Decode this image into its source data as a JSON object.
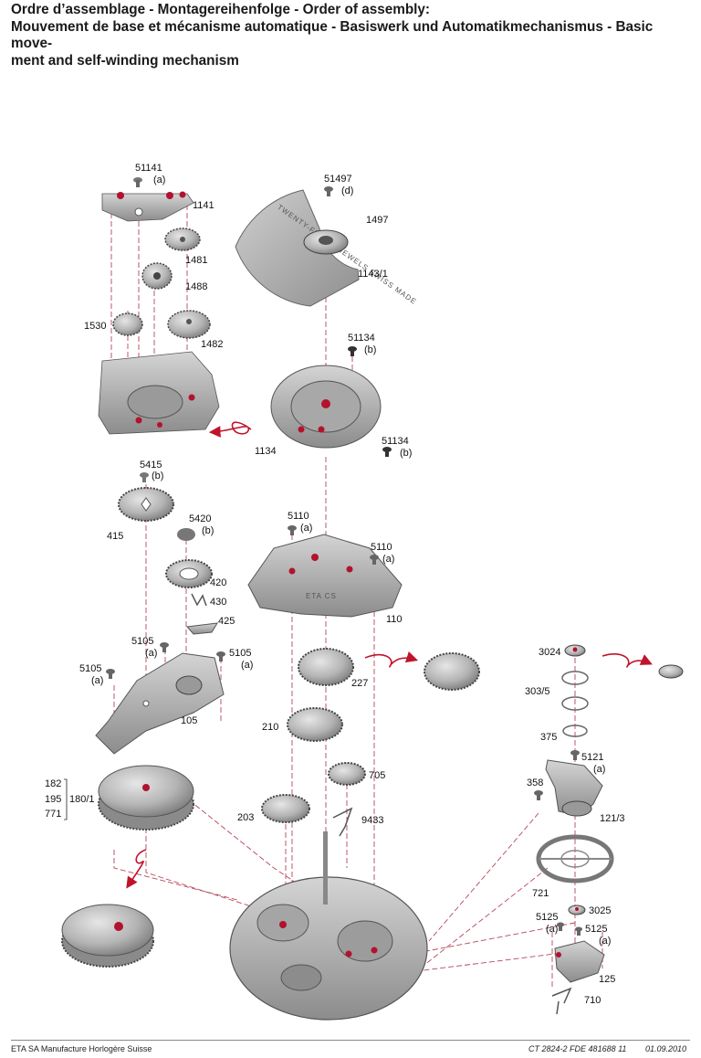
{
  "header": {
    "title_line1": "Ordre d’assemblage - Montagereihenfolge - Order of assembly:",
    "title_line2": "Mouvement de base et mécanisme automatique - Basiswerk und Automatikmechanismus - Basic move-",
    "title_line3": "ment and self-winding mechanism"
  },
  "parts": [
    {
      "id": "p51141",
      "text": "51141"
    },
    {
      "id": "p51141a",
      "text": "(a)"
    },
    {
      "id": "p1141",
      "text": "1141"
    },
    {
      "id": "p1481",
      "text": "1481"
    },
    {
      "id": "p1488",
      "text": "1488"
    },
    {
      "id": "p1530",
      "text": "1530"
    },
    {
      "id": "p1482",
      "text": "1482"
    },
    {
      "id": "p51497",
      "text": "51497"
    },
    {
      "id": "p51497d",
      "text": "(d)"
    },
    {
      "id": "p1497",
      "text": "1497"
    },
    {
      "id": "p1143",
      "text": "1143/1"
    },
    {
      "id": "p51134a",
      "text": "51134"
    },
    {
      "id": "p51134ab",
      "text": "(b)"
    },
    {
      "id": "p1134",
      "text": "1134"
    },
    {
      "id": "p51134b",
      "text": "51134"
    },
    {
      "id": "p51134bb",
      "text": "(b)"
    },
    {
      "id": "p5415",
      "text": "5415"
    },
    {
      "id": "p5415b",
      "text": "(b)"
    },
    {
      "id": "p415",
      "text": "415"
    },
    {
      "id": "p5420",
      "text": "5420"
    },
    {
      "id": "p5420b",
      "text": "(b)"
    },
    {
      "id": "p420",
      "text": "420"
    },
    {
      "id": "p430",
      "text": "430"
    },
    {
      "id": "p425",
      "text": "425"
    },
    {
      "id": "p5110a",
      "text": "5110"
    },
    {
      "id": "p5110aa",
      "text": "(a)"
    },
    {
      "id": "p5110b",
      "text": "5110"
    },
    {
      "id": "p5110ba",
      "text": "(a)"
    },
    {
      "id": "p110",
      "text": "110"
    },
    {
      "id": "p5105a",
      "text": "5105"
    },
    {
      "id": "p5105aa",
      "text": "(a)"
    },
    {
      "id": "p5105b",
      "text": "5105"
    },
    {
      "id": "p5105ba",
      "text": "(a)"
    },
    {
      "id": "p5105c",
      "text": "5105"
    },
    {
      "id": "p5105ca",
      "text": "(a)"
    },
    {
      "id": "p105",
      "text": "105"
    },
    {
      "id": "p227",
      "text": "227"
    },
    {
      "id": "p210",
      "text": "210"
    },
    {
      "id": "p705",
      "text": "705"
    },
    {
      "id": "p203",
      "text": "203"
    },
    {
      "id": "p9433",
      "text": "9433"
    },
    {
      "id": "p182",
      "text": "182"
    },
    {
      "id": "p195",
      "text": "195"
    },
    {
      "id": "p771",
      "text": "771"
    },
    {
      "id": "p1801",
      "text": "180/1"
    },
    {
      "id": "p3024",
      "text": "3024"
    },
    {
      "id": "p3035",
      "text": "303/5"
    },
    {
      "id": "p375",
      "text": "375"
    },
    {
      "id": "p5121",
      "text": "5121"
    },
    {
      "id": "p5121a",
      "text": "(a)"
    },
    {
      "id": "p358",
      "text": "358"
    },
    {
      "id": "p1213",
      "text": "121/3"
    },
    {
      "id": "p721",
      "text": "721"
    },
    {
      "id": "p3025",
      "text": "3025"
    },
    {
      "id": "p5125a",
      "text": "5125"
    },
    {
      "id": "p5125aa",
      "text": "(a)"
    },
    {
      "id": "p5125b",
      "text": "5125"
    },
    {
      "id": "p5125ba",
      "text": "(a)"
    },
    {
      "id": "p125",
      "text": "125"
    },
    {
      "id": "p710",
      "text": "710"
    }
  ],
  "engravings": {
    "rotor_text": "TWENTY-FIVE 25 JEWELS SWISS MADE",
    "bridge_text": "ETA CS"
  },
  "footer": {
    "left": "ETA SA Manufacture Horlogère Suisse",
    "ref": "CT 2824-2 FDE 481688 11",
    "date": "01.09.2010"
  },
  "colors": {
    "metal_light": "#c9c9c9",
    "metal_mid": "#9a9a9a",
    "metal_dark": "#5f5f5f",
    "oil_red": "#b3122e",
    "dash_line": "#b8455a",
    "arrow_red": "#c0142c"
  }
}
